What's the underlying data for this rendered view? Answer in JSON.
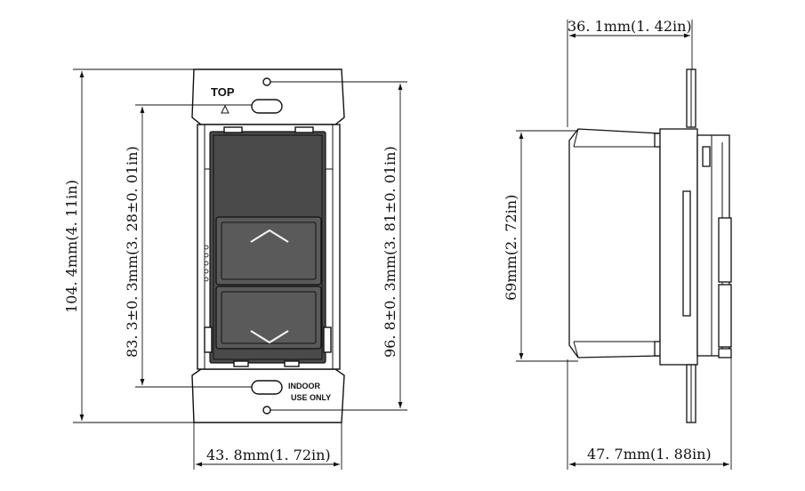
{
  "front_view": {
    "top_label": "TOP",
    "indoor_line1": "INDOOR",
    "indoor_line2": "USE ONLY",
    "dim_height_overall": "104. 4mm(4. 11in)",
    "dim_hole_spacing_inner": "83. 3±0. 3mm(3. 28±0. 01in)",
    "dim_hole_spacing_outer": "96. 8±0. 3mm(3. 81±0. 01in)",
    "dim_width": "43. 8mm(1. 72in)"
  },
  "side_view": {
    "dim_top_depth": "36. 1mm(1. 42in)",
    "dim_height": "69mm(2. 72in)",
    "dim_bottom_depth": "47. 7mm(1. 88in)"
  },
  "colors": {
    "line": "#111111",
    "device_body": "#4a4a4a",
    "button": "#5a5a5a"
  }
}
